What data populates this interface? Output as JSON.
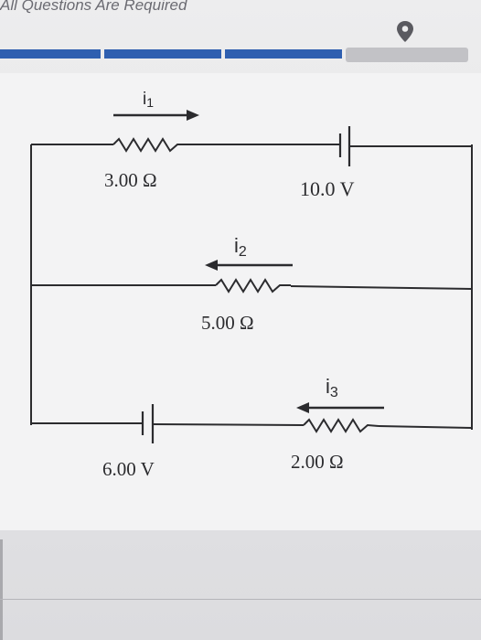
{
  "header": {
    "title": "All Questions Are Required"
  },
  "icons": {
    "location": "location-pin-icon"
  },
  "colors": {
    "progress_blue": "#2f5fb0",
    "wire": "#2b2b2e",
    "background": "#ededee"
  },
  "circuit": {
    "current_1": {
      "symbol": "i",
      "subscript": "1"
    },
    "current_2": {
      "symbol": "i",
      "subscript": "2"
    },
    "current_3": {
      "symbol": "i",
      "subscript": "3"
    },
    "resistor_top": "3.00 Ω",
    "battery_top": "10.0 V",
    "resistor_middle": "5.00 Ω",
    "battery_bottom": "6.00 V",
    "resistor_bottom": "2.00 Ω"
  }
}
